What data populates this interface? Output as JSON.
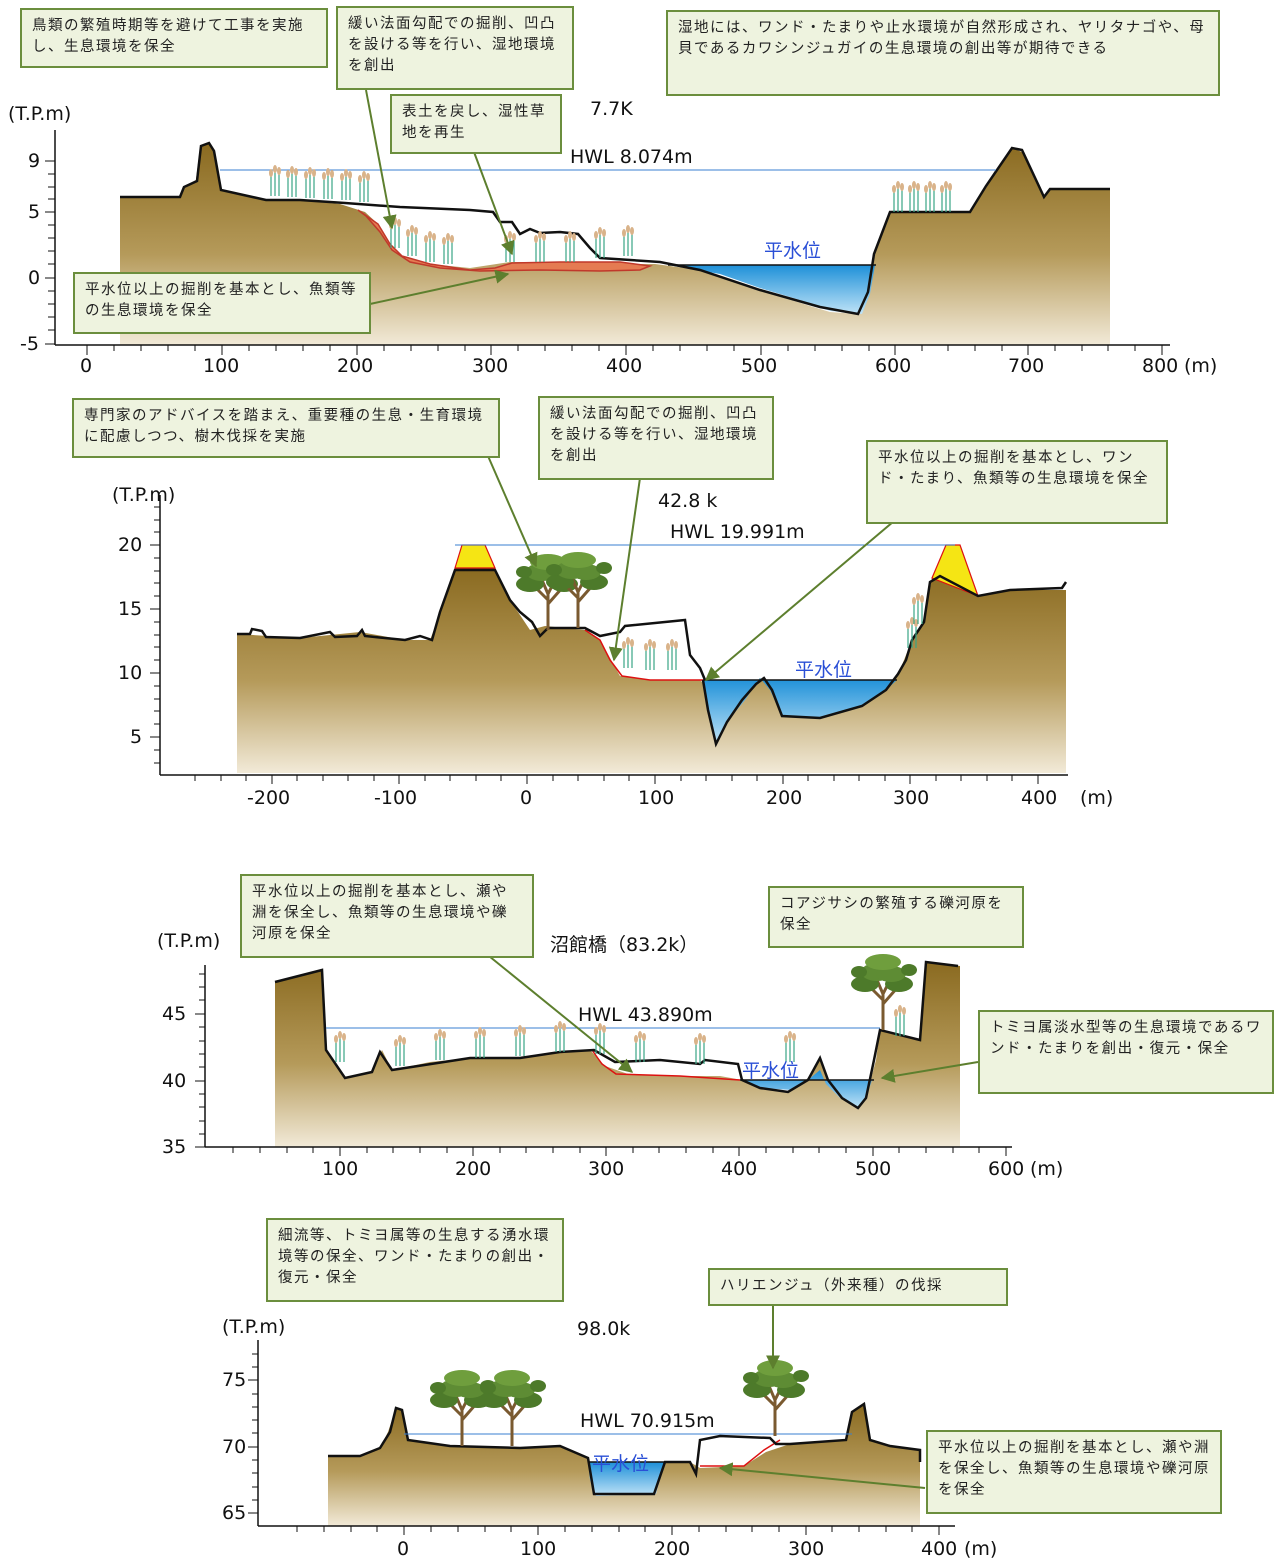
{
  "panels": [
    {
      "id": "p1",
      "section": "7.7K",
      "hwl": "HWL 8.074m",
      "water_label": "平水位",
      "y_unit": "(T.P.m)",
      "y_ticks": [
        "9",
        "5",
        "0",
        "-5"
      ],
      "x_ticks": [
        "0",
        "100",
        "200",
        "300",
        "400",
        "500",
        "600",
        "700",
        "800"
      ],
      "x_unit": "(m)",
      "notes": [
        "鳥類の繁殖時期等を避けて工事を実施し、生息環境を保全",
        "緩い法面勾配での掘削、凹凸を設ける等を行い、湿地環境を創出",
        "湿地には、ワンド・たまりや止水環境が自然形成され、ヤリタナゴや、母貝であるカワシンジュガイの生息環境の創出等が期待できる",
        "表土を戻し、湿性草地を再生",
        "平水位以上の掘削を基本とし、魚類等の生息環境を保全"
      ]
    },
    {
      "id": "p2",
      "section": "42.8 k",
      "hwl": "HWL 19.991m",
      "water_label": "平水位",
      "y_unit": "(T.P.m)",
      "y_ticks": [
        "20",
        "15",
        "10",
        "5"
      ],
      "x_ticks": [
        "-200",
        "-100",
        "0",
        "100",
        "200",
        "300",
        "400"
      ],
      "x_unit": "(m)",
      "notes": [
        "専門家のアドバイスを踏まえ、重要種の生息・生育環境に配慮しつつ、樹木伐採を実施",
        "緩い法面勾配での掘削、凹凸を設ける等を行い、湿地環境を創出",
        "平水位以上の掘削を基本とし、ワンド・たまり、魚類等の生息環境を保全"
      ]
    },
    {
      "id": "p3",
      "section": "沼館橋（83.2k）",
      "hwl": "HWL 43.890m",
      "water_label": "平水位",
      "y_unit": "(T.P.m)",
      "y_ticks": [
        "45",
        "40",
        "35"
      ],
      "x_ticks": [
        "100",
        "200",
        "300",
        "400",
        "500",
        "600"
      ],
      "x_unit": "(m)",
      "notes": [
        "平水位以上の掘削を基本とし、瀬や淵を保全し、魚類等の生息環境や礫河原を保全",
        "コアジサシの繁殖する礫河原を保全",
        "トミヨ属淡水型等の生息環境であるワンド・たまりを創出・復元・保全"
      ]
    },
    {
      "id": "p4",
      "section": "98.0k",
      "hwl": "HWL 70.915m",
      "water_label": "平水位",
      "y_unit": "(T.P.m)",
      "y_ticks": [
        "75",
        "70",
        "65"
      ],
      "x_ticks": [
        "0",
        "100",
        "200",
        "300",
        "400"
      ],
      "x_unit": "(m)",
      "notes": [
        "細流等、トミヨ属等の生息する湧水環境等の保全、ワンド・たまりの創出・復元・保全",
        "ハリエンジュ（外来種）の伐採",
        "平水位以上の掘削を基本とし、瀬や淵を保全し、魚類等の生息環境や礫河原を保全"
      ]
    }
  ]
}
